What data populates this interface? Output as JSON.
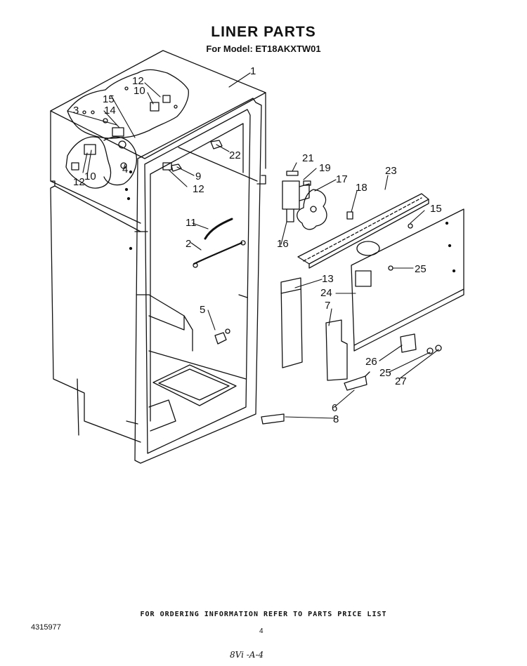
{
  "header": {
    "title": "LINER PARTS",
    "subtitle_prefix": "For Model:",
    "model": "ET18AKXTW01"
  },
  "callouts": {
    "c1": "1",
    "c12a": "12",
    "c10a": "10",
    "c15a": "15",
    "c3": "3",
    "c14": "14",
    "c22": "22",
    "c4": "4",
    "c12b": "12",
    "c10b": "10",
    "c9": "9",
    "c12c": "12",
    "c11": "11",
    "c2": "2",
    "c5": "5",
    "c21": "21",
    "c19": "19",
    "c17": "17",
    "c18": "18",
    "c23": "23",
    "c15b": "15",
    "c16": "16",
    "c13": "13",
    "c25a": "25",
    "c24": "24",
    "c7": "7",
    "c26": "26",
    "c25b": "25",
    "c27": "27",
    "c6": "6",
    "c8": "8"
  },
  "footer": {
    "ordering_note": "FOR ORDERING INFORMATION REFER TO PARTS PRICE LIST",
    "doc_number": "4315977",
    "page_number": "4",
    "handwritten_mark": "8Vi -A-4"
  }
}
